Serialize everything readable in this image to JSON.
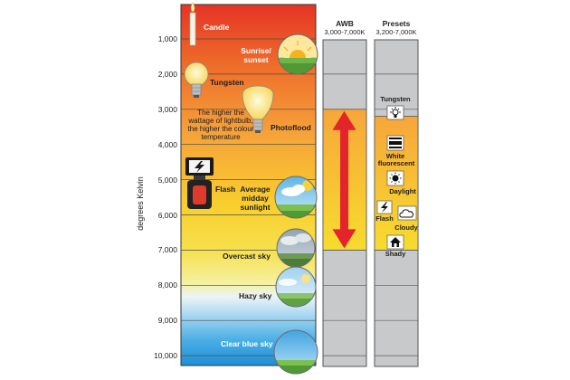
{
  "axis": {
    "label": "degrees Kelvin",
    "ticks": [
      "1,000",
      "2,000",
      "3,000",
      "4,000",
      "5,000",
      "6,000",
      "7,000",
      "8,000",
      "9,000",
      "10,000"
    ]
  },
  "sources": {
    "candle": "Candle",
    "sunrise_line1": "Sunrise/",
    "sunrise_line2": "sunset",
    "tungsten": "Tungsten",
    "note_line1": "The higher the",
    "note_line2": "wattage of lightbulb,",
    "note_line3": "the higher the colour",
    "note_line4": "temperature",
    "photoflood": "Photoflood",
    "flash": "Flash",
    "midday_line1": "Average",
    "midday_line2": "midday",
    "midday_line3": "sunlight",
    "overcast": "Overcast sky",
    "hazy": "Hazy sky",
    "clear": "Clear blue sky"
  },
  "awb": {
    "title": "AWB",
    "range": "3,000-7,000K",
    "range_low": 3000,
    "range_high": 7000
  },
  "presets": {
    "title": "Presets",
    "range": "3,200-7,000K",
    "range_low": 3200,
    "range_high": 7000,
    "items": {
      "tungsten": "Tungsten",
      "white_fluor_1": "White",
      "white_fluor_2": "fluorescent",
      "daylight": "Daylight",
      "flash": "Flash",
      "cloudy": "Cloudy",
      "shady": "Shady"
    }
  },
  "colors": {
    "scale_top": "#e53425",
    "scale_mid": "#f7c51e",
    "scale_bottom": "#1e8fd6",
    "range_band": "#f9b233",
    "arrow": "#e3242b",
    "column_gray": "#c8c9cb"
  }
}
